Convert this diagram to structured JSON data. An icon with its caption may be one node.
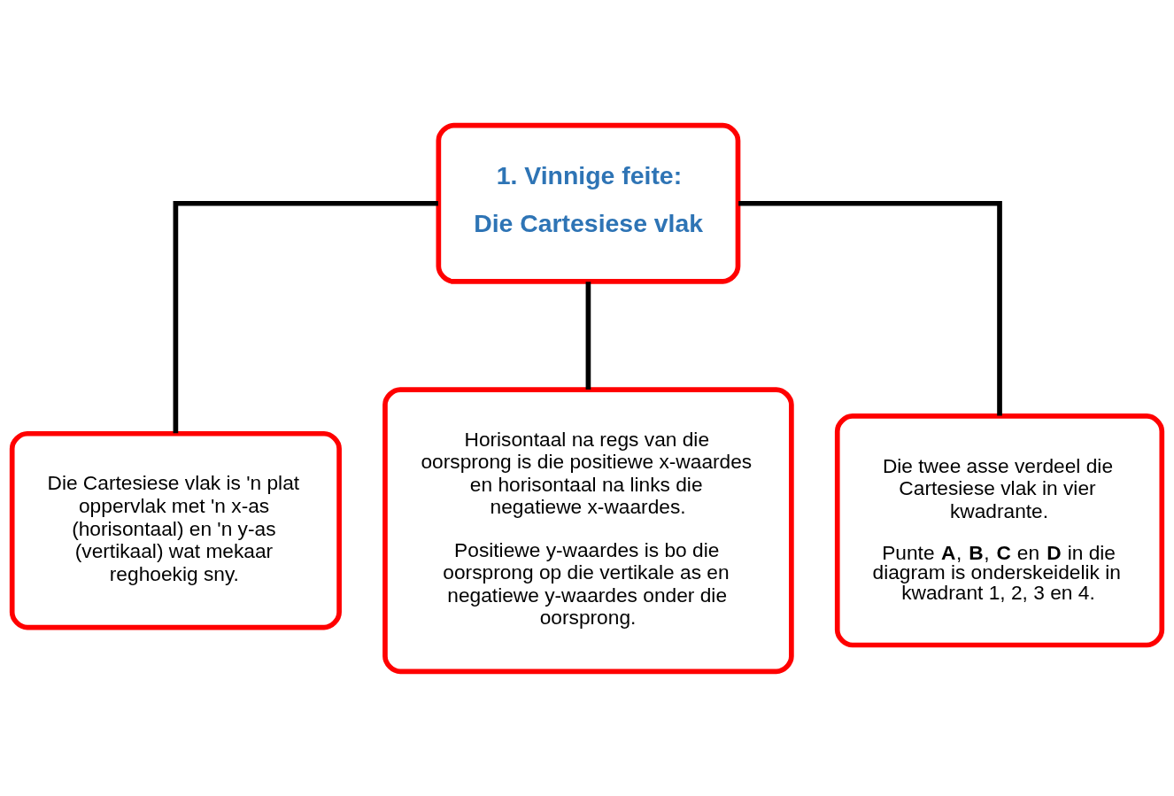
{
  "diagram": {
    "nodes": [
      {
        "text": [
          "1. Vinnige feite:",
          "Die Cartesiese vlak"
        ]
      },
      {
        "text": [
          "Die Cartesiese vlak is 'n plat oppervlak met 'n x-as (horisontaal) en 'n y-as (vertikaal) wat mekaar reghoekig sny."
        ]
      },
      {
        "text": [
          "Horisontaal na regs van die oorsprong is die positiewe x-waardes en horisontaal na links die negatiewe x-waardes.",
          "Positiewe y-waardes is bo die oorsprong op die vertikale as en negatiewe y-waardes onder die oorsprong."
        ]
      },
      {
        "text": [
          "Die twee asse verdeel die Cartesiese vlak in vier kwadrante.",
          "Punte **A**, **B**, **C** en **D** in die diagram is onderskeidelik in kwadrant 1, 2, 3 en 4."
        ]
      }
    ],
    "edges": [
      {
        "from": 0,
        "to": 1,
        "arrow": "none"
      },
      {
        "from": 0,
        "to": 2,
        "arrow": "none"
      },
      {
        "from": 0,
        "to": 3,
        "arrow": "none"
      }
    ]
  }
}
